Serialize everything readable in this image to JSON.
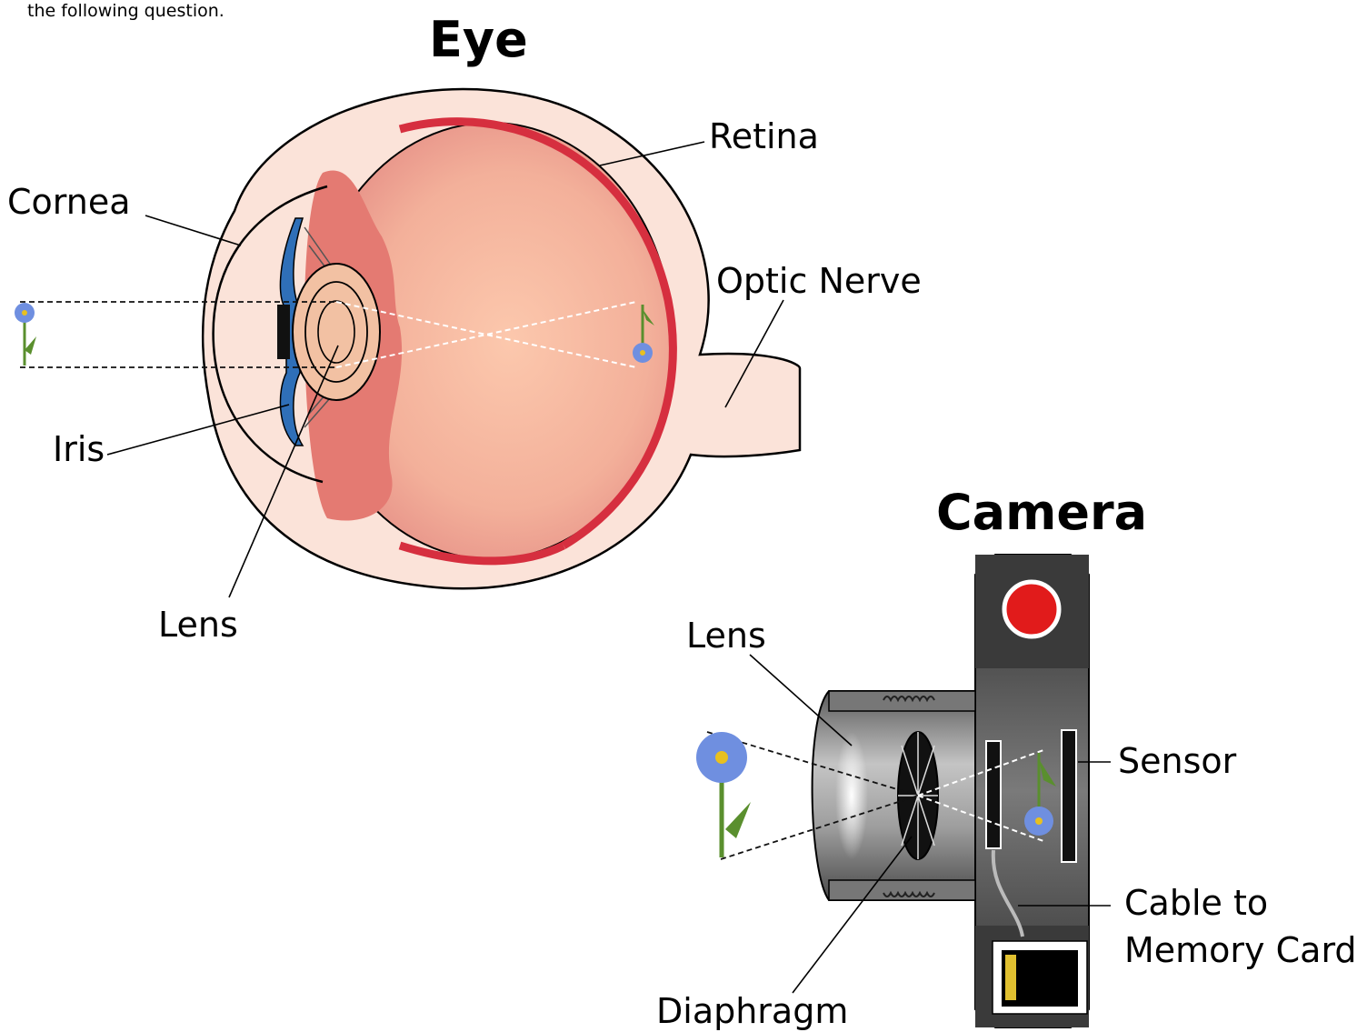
{
  "intro_text": "the following question.",
  "eye": {
    "title": "Eye",
    "labels": {
      "retina": "Retina",
      "cornea": "Cornea",
      "optic_nerve": "Optic Nerve",
      "iris": "Iris",
      "lens": "Lens"
    }
  },
  "camera": {
    "title": "Camera",
    "labels": {
      "lens": "Lens",
      "sensor": "Sensor",
      "cable_line1": "Cable to",
      "cable_line2": "Memory Card",
      "diaphragm": "Diaphragm"
    }
  },
  "colors": {
    "eyeball": "#f6b9a0",
    "retina_red": "#d62f3f",
    "sclera": "#fbe3d9",
    "iris_blue": "#2f6fb8",
    "optic_nerve": "#f8e08a",
    "camera_body": "#3a3a3a",
    "camera_barrel": "#8c8c8c",
    "record_button": "#e11b1b",
    "flower_petal": "#6f8fe0",
    "flower_stem": "#5a8f2e"
  }
}
